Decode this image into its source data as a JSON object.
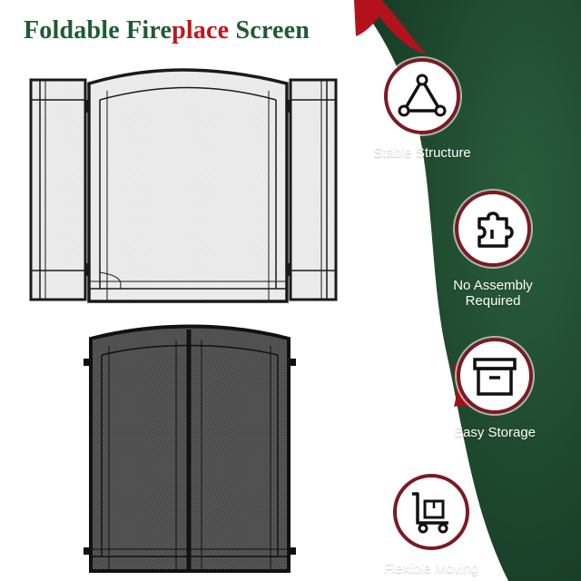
{
  "title": {
    "part1": "Foldable Fire",
    "part2": "place",
    "part3": " Screen"
  },
  "features": [
    {
      "label": "Stable Structure",
      "icon": "triangle-structure-icon"
    },
    {
      "label": "No Assembly Required",
      "icon": "puzzle-piece-icon"
    },
    {
      "label": "Easy Storage",
      "icon": "storage-box-icon"
    },
    {
      "label": "Flexible Moving",
      "icon": "hand-truck-icon"
    }
  ],
  "colors": {
    "green_bg": "#1d4a2e",
    "dark_red": "#7a1a22",
    "ribbon_red": "#b3121c",
    "frame": "#1a1a1a",
    "mesh": "#f1f1f1"
  }
}
